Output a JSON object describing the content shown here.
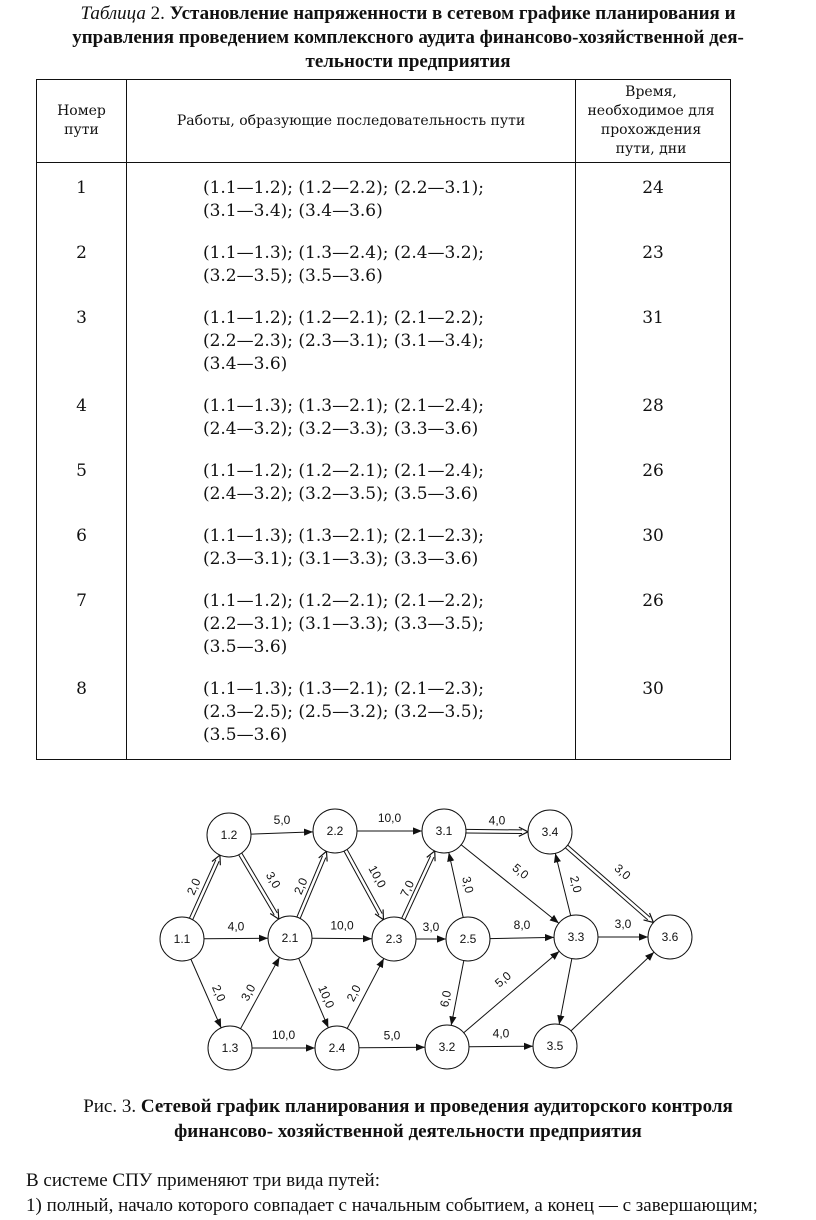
{
  "caption": {
    "prefix": "Таблица",
    "number": "2.",
    "line1": "Установление напряженности в сетевом графике планирования и",
    "line2": "управления проведением комплексного аудита финансово-хозяйственной дея-",
    "line3": "тельности предприятия"
  },
  "table": {
    "headers": {
      "col1": "Номер пути",
      "col2": "Работы, образующие последовательность пути",
      "col3": "Время, необходимое для прохождения пути, дни"
    },
    "rows": [
      {
        "num": "1",
        "lines": [
          "(1.1—1.2); (1.2—2.2); (2.2—3.1);",
          "(3.1—3.4); (3.4—3.6)"
        ],
        "days": "24"
      },
      {
        "num": "2",
        "lines": [
          "(1.1—1.3); (1.3—2.4); (2.4—3.2);",
          "(3.2—3.5); (3.5—3.6)"
        ],
        "days": "23"
      },
      {
        "num": "3",
        "lines": [
          "(1.1—1.2); (1.2—2.1); (2.1—2.2);",
          "(2.2—2.3); (2.3—3.1); (3.1—3.4);",
          "(3.4—3.6)"
        ],
        "days": "31"
      },
      {
        "num": "4",
        "lines": [
          "(1.1—1.3); (1.3—2.1); (2.1—2.4);",
          "(2.4—3.2); (3.2—3.3); (3.3—3.6)"
        ],
        "days": "28"
      },
      {
        "num": "5",
        "lines": [
          "(1.1—1.2); (1.2—2.1); (2.1—2.4);",
          "(2.4—3.2); (3.2—3.5); (3.5—3.6)"
        ],
        "days": "26"
      },
      {
        "num": "6",
        "lines": [
          "(1.1—1.3); (1.3—2.1); (2.1—2.3);",
          "(2.3—3.1); (3.1—3.3); (3.3—3.6)"
        ],
        "days": "30"
      },
      {
        "num": "7",
        "lines": [
          "(1.1—1.2); (1.2—2.1); (2.1—2.2);",
          "(2.2—3.1); (3.1—3.3); (3.3—3.5);",
          "(3.5—3.6)"
        ],
        "days": "26"
      },
      {
        "num": "8",
        "lines": [
          "(1.1—1.3); (1.3—2.1); (2.1—2.3);",
          "(2.3—2.5); (2.5—3.2); (3.2—3.5);",
          "(3.5—3.6)"
        ],
        "days": "30"
      }
    ]
  },
  "graph": {
    "nodes": [
      "1.1",
      "1.2",
      "1.3",
      "2.1",
      "2.2",
      "2.3",
      "2.4",
      "2.5",
      "3.1",
      "3.2",
      "3.3",
      "3.4",
      "3.5",
      "3.6"
    ],
    "edges": [
      {
        "from": "1.1",
        "to": "1.2",
        "label": "2,0",
        "critical": true
      },
      {
        "from": "1.1",
        "to": "2.1",
        "label": "4,0",
        "critical": false
      },
      {
        "from": "1.1",
        "to": "1.3",
        "label": "2,0",
        "critical": false
      },
      {
        "from": "1.2",
        "to": "2.2",
        "label": "5,0",
        "critical": false
      },
      {
        "from": "1.2",
        "to": "2.1",
        "label": "3,0",
        "critical": true
      },
      {
        "from": "1.3",
        "to": "2.1",
        "label": "3,0",
        "critical": false
      },
      {
        "from": "1.3",
        "to": "2.4",
        "label": "10,0",
        "critical": false
      },
      {
        "from": "2.1",
        "to": "2.2",
        "label": "2,0",
        "critical": true
      },
      {
        "from": "2.1",
        "to": "2.3",
        "label": "10,0",
        "critical": false
      },
      {
        "from": "2.1",
        "to": "2.4",
        "label": "10,0",
        "critical": false
      },
      {
        "from": "2.2",
        "to": "3.1",
        "label": "10,0",
        "critical": false
      },
      {
        "from": "2.2",
        "to": "2.3",
        "label": "10,0",
        "critical": true
      },
      {
        "from": "2.3",
        "to": "3.1",
        "label": "7,0",
        "critical": true
      },
      {
        "from": "2.3",
        "to": "2.5",
        "label": "3,0",
        "critical": false
      },
      {
        "from": "2.4",
        "to": "2.3",
        "label": "2,0",
        "critical": false
      },
      {
        "from": "2.4",
        "to": "3.2",
        "label": "5,0",
        "critical": false
      },
      {
        "from": "2.5",
        "to": "3.1",
        "label": "3,0",
        "critical": false
      },
      {
        "from": "2.5",
        "to": "3.3",
        "label": "8,0",
        "critical": false
      },
      {
        "from": "2.5",
        "to": "3.2",
        "label": "6,0",
        "critical": false
      },
      {
        "from": "3.1",
        "to": "3.4",
        "label": "4,0",
        "critical": true
      },
      {
        "from": "3.1",
        "to": "3.3",
        "label": "5,0",
        "critical": false
      },
      {
        "from": "3.2",
        "to": "3.3",
        "label": "5,0",
        "critical": false
      },
      {
        "from": "3.2",
        "to": "3.5",
        "label": "4,0",
        "critical": false
      },
      {
        "from": "3.3",
        "to": "3.4",
        "label": "2,0",
        "critical": false
      },
      {
        "from": "3.3",
        "to": "3.6",
        "label": "3,0",
        "critical": false
      },
      {
        "from": "3.3",
        "to": "3.5",
        "label": "",
        "critical": false
      },
      {
        "from": "3.4",
        "to": "3.6",
        "label": "3,0",
        "critical": true
      },
      {
        "from": "3.5",
        "to": "3.6",
        "label": "",
        "critical": false
      }
    ]
  },
  "figure_caption": {
    "prefix": "Рис. 3.",
    "line1": "Сетевой график планирования и проведения аудиторского контроля",
    "line2": "финансово- хозяйственной деятельности предприятия"
  },
  "body": {
    "line1": "В системе СПУ применяют три вида путей:",
    "line2": "1) полный, начало которого совпадает с начальным событием, а конец — с завершающим;"
  }
}
